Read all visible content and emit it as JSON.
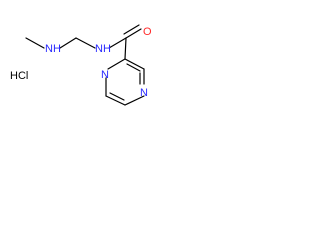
{
  "molecule": {
    "atoms": {
      "amine_nh": "NH",
      "amide_nh": "NH",
      "carbonyl_o": "O",
      "ring_n_top": "N",
      "ring_n_bottom": "N"
    },
    "salt": "HCl"
  },
  "colors": {
    "nitrogen": "#2a2aff",
    "oxygen": "#ff2a2a",
    "bond": "#000000",
    "background": "#ffffff"
  }
}
